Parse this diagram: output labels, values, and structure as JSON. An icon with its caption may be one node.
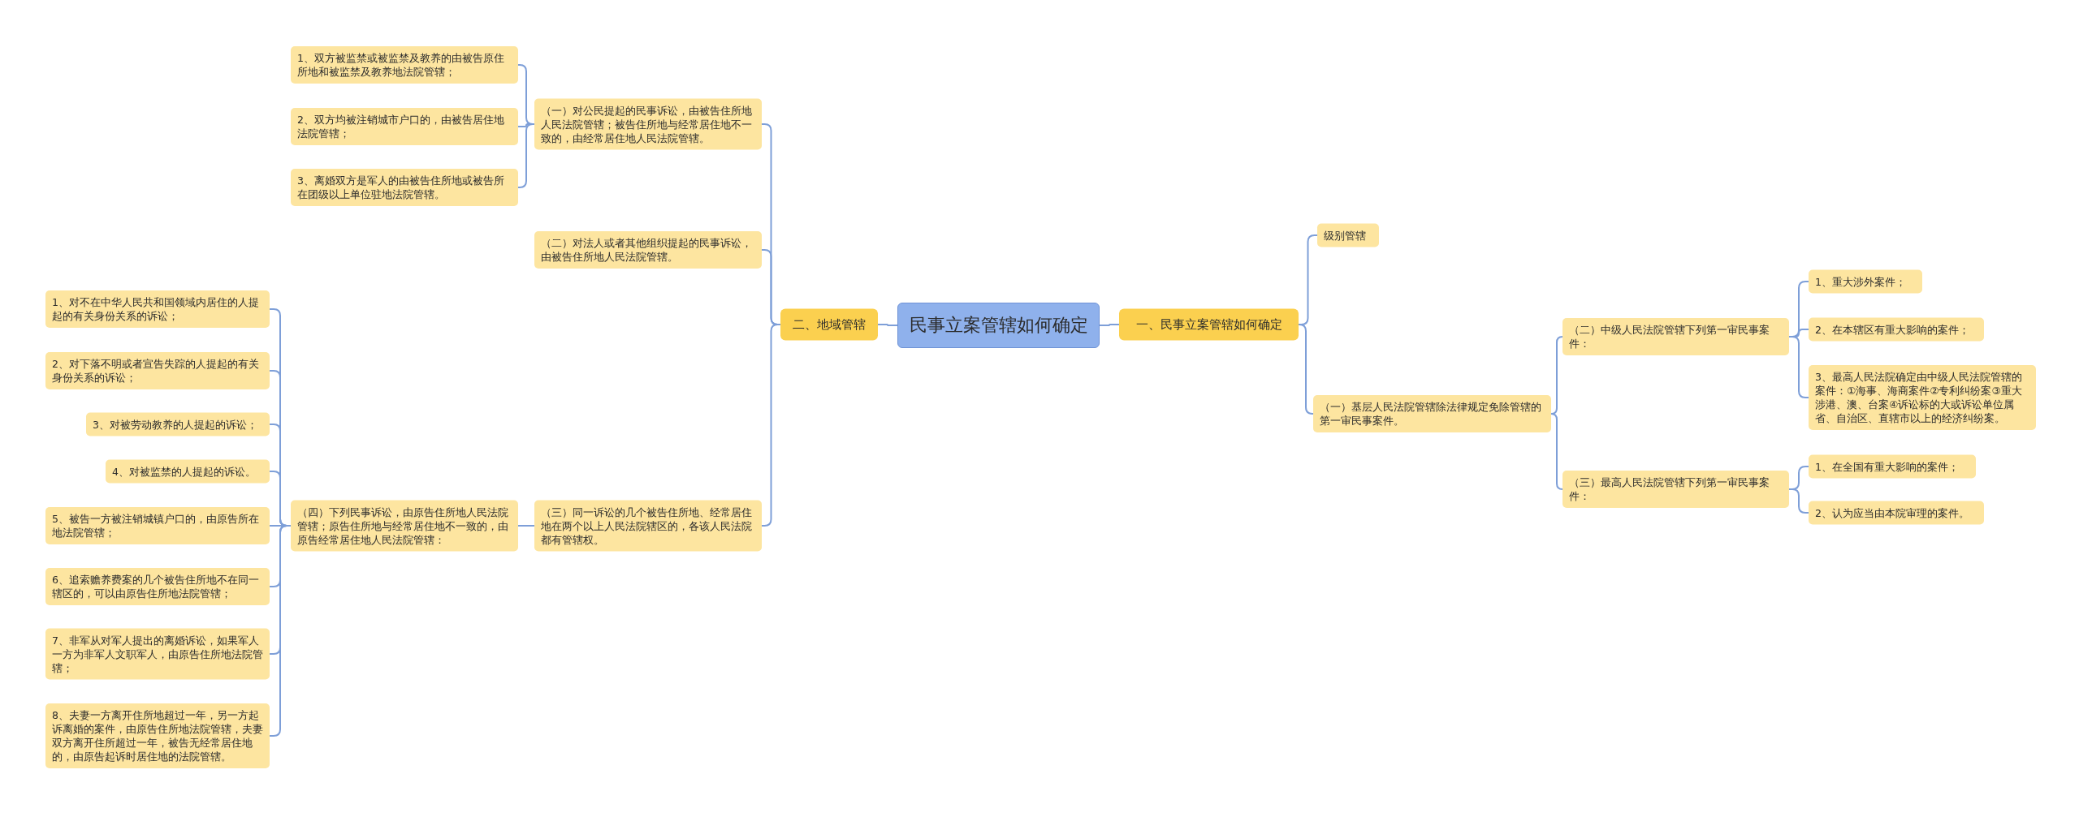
{
  "diagram": {
    "nodes": [
      {
        "text": [
          "民事立案管辖如何确定"
        ]
      },
      {
        "text": [
          "一、民事立案管辖如何确定"
        ]
      },
      {
        "text": [
          "级别管辖"
        ]
      },
      {
        "text": [
          "（一）基层人民法院管辖除法律规定免除管辖的第一审民事案件。"
        ]
      },
      {
        "text": [
          "（二）中级人民法院管辖下列第一审民事案件："
        ]
      },
      {
        "text": [
          "1、重大涉外案件；"
        ]
      },
      {
        "text": [
          "2、在本辖区有重大影响的案件；"
        ]
      },
      {
        "text": [
          "3、最高人民法院确定由中级人民法院管辖的案件：①海事、海商案件②专利纠纷案③重大涉港、澳、台案④诉讼标的大或诉讼单位属省、自治区、直辖市以上的经济纠纷案。"
        ]
      },
      {
        "text": [
          "（三）最高人民法院管辖下列第一审民事案件："
        ]
      },
      {
        "text": [
          "1、在全国有重大影响的案件；"
        ]
      },
      {
        "text": [
          "2、认为应当由本院审理的案件。"
        ]
      },
      {
        "text": [
          "二、地域管辖"
        ]
      },
      {
        "text": [
          "（一）对公民提起的民事诉讼，由被告住所地人民法院管辖；被告住所地与经常居住地不一致的，由经常居住地人民法院管辖。"
        ]
      },
      {
        "text": [
          "1、双方被监禁或被监禁及教养的由被告原住所地和被监禁及教养地法院管辖；"
        ]
      },
      {
        "text": [
          "2、双方均被注销城市户口的，由被告居住地法院管辖；"
        ]
      },
      {
        "text": [
          "3、离婚双方是军人的由被告住所地或被告所在团级以上单位驻地法院管辖。"
        ]
      },
      {
        "text": [
          "（二）对法人或者其他组织提起的民事诉讼，由被告住所地人民法院管辖。"
        ]
      },
      {
        "text": [
          "（三）同一诉讼的几个被告住所地、经常居住地在两个以上人民法院辖区的，各该人民法院都有管辖权。"
        ]
      },
      {
        "text": [
          "（四）下列民事诉讼，由原告住所地人民法院管辖；原告住所地与经常居住地不一致的，由原告经常居住地人民法院管辖："
        ]
      },
      {
        "text": [
          "1、对不在中华人民共和国领域内居住的人提起的有关身份关系的诉讼；"
        ]
      },
      {
        "text": [
          "2、对下落不明或者宣告失踪的人提起的有关身份关系的诉讼；"
        ]
      },
      {
        "text": [
          "3、对被劳动教养的人提起的诉讼；"
        ]
      },
      {
        "text": [
          "4、对被监禁的人提起的诉讼。"
        ]
      },
      {
        "text": [
          "5、被告一方被注销城镇户口的，由原告所在地法院管辖；"
        ]
      },
      {
        "text": [
          "6、追索赡养费案的几个被告住所地不在同一辖区的，可以由原告住所地法院管辖；"
        ]
      },
      {
        "text": [
          "7、非军从对军人提出的离婚诉讼，如果军人一方为非军人文职军人，由原告住所地法院管辖；"
        ]
      },
      {
        "text": [
          "8、夫妻一方离开住所地超过一年，另一方起诉离婚的案件，由原告住所地法院管辖，夫妻双方离开住所超过一年，被告无经常居住地的，由原告起诉时居住地的法院管辖。"
        ]
      }
    ],
    "edges": [
      {
        "from": 0,
        "to": 1,
        "arrow": "none"
      },
      {
        "from": 1,
        "to": 2,
        "arrow": "none"
      },
      {
        "from": 1,
        "to": 3,
        "arrow": "none"
      },
      {
        "from": 3,
        "to": 4,
        "arrow": "none"
      },
      {
        "from": 4,
        "to": 5,
        "arrow": "none"
      },
      {
        "from": 4,
        "to": 6,
        "arrow": "none"
      },
      {
        "from": 4,
        "to": 7,
        "arrow": "none"
      },
      {
        "from": 3,
        "to": 8,
        "arrow": "none"
      },
      {
        "from": 8,
        "to": 9,
        "arrow": "none"
      },
      {
        "from": 8,
        "to": 10,
        "arrow": "none"
      },
      {
        "from": 0,
        "to": 11,
        "arrow": "none"
      },
      {
        "from": 11,
        "to": 12,
        "arrow": "none"
      },
      {
        "from": 12,
        "to": 13,
        "arrow": "none"
      },
      {
        "from": 12,
        "to": 14,
        "arrow": "none"
      },
      {
        "from": 12,
        "to": 15,
        "arrow": "none"
      },
      {
        "from": 11,
        "to": 16,
        "arrow": "none"
      },
      {
        "from": 11,
        "to": 17,
        "arrow": "none"
      },
      {
        "from": 17,
        "to": 18,
        "arrow": "none"
      },
      {
        "from": 18,
        "to": 19,
        "arrow": "none"
      },
      {
        "from": 18,
        "to": 20,
        "arrow": "none"
      },
      {
        "from": 18,
        "to": 21,
        "arrow": "none"
      },
      {
        "from": 18,
        "to": 22,
        "arrow": "none"
      },
      {
        "from": 18,
        "to": 23,
        "arrow": "none"
      },
      {
        "from": 18,
        "to": 24,
        "arrow": "none"
      },
      {
        "from": 18,
        "to": 25,
        "arrow": "none"
      },
      {
        "from": 18,
        "to": 26,
        "arrow": "none"
      }
    ]
  }
}
